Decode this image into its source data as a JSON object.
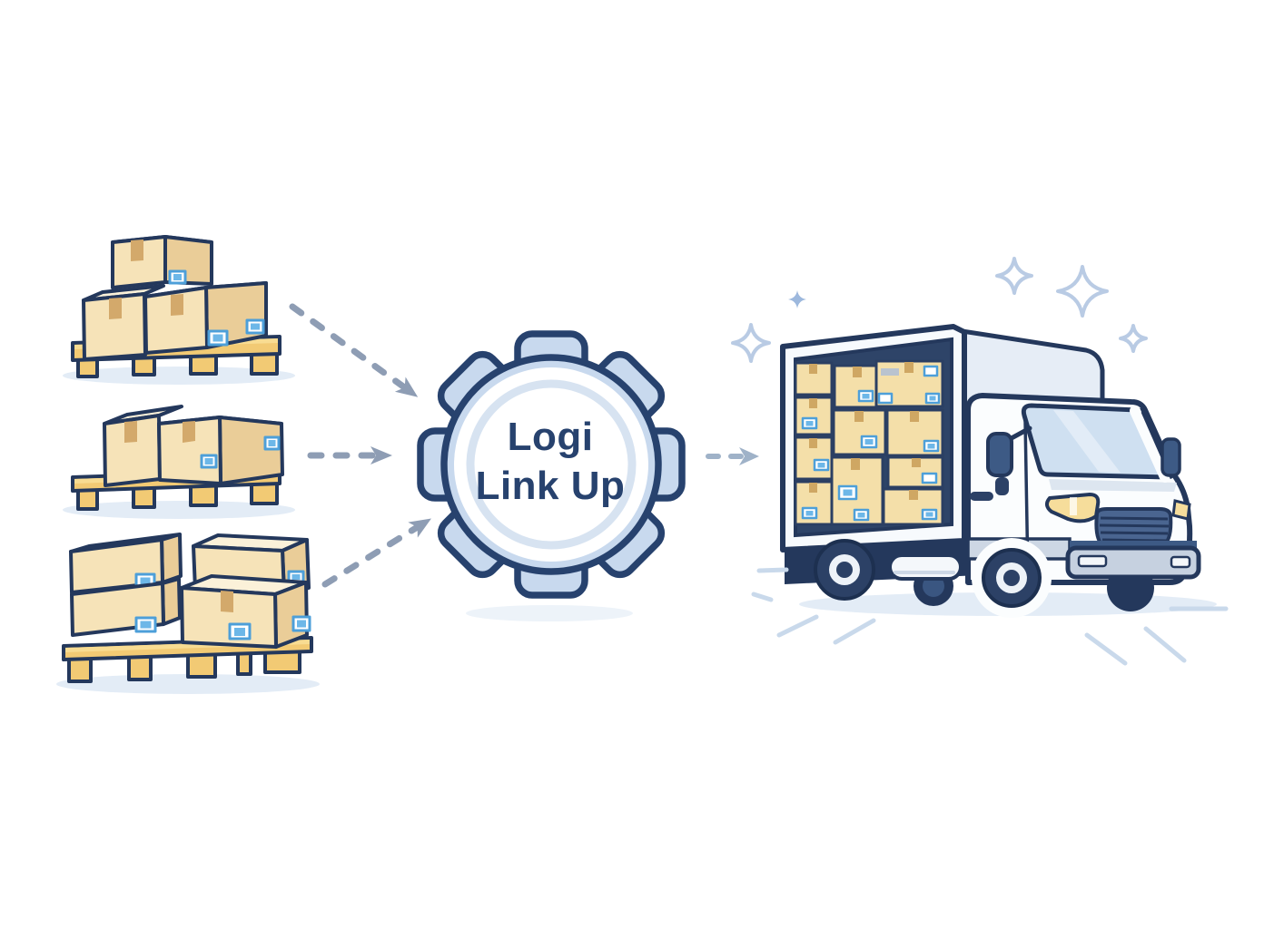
{
  "scene": {
    "type": "logistics-flow-illustration",
    "alt": "Three pallets stacked with parcel boxes flow along dashed arrows into the Logi Link Up gear hub, which dispatches a white box truck fully loaded with parcels",
    "background": "#ffffff"
  },
  "gear_hub": {
    "label_line1": "Logi",
    "label_line2": "Link Up",
    "full_label": "Logi Link Up"
  },
  "pallets": [
    {
      "id": "pallet-1",
      "box_count": 3,
      "position": "top-left"
    },
    {
      "id": "pallet-2",
      "box_count": 2,
      "position": "middle-left"
    },
    {
      "id": "pallet-3",
      "box_count": 4,
      "position": "bottom-left"
    }
  ],
  "truck": {
    "cargo_box_count": 11,
    "state": "loaded",
    "facing": "right"
  },
  "flows": [
    {
      "from": "pallet-1",
      "to": "gear-hub",
      "style": "dashed-arrow"
    },
    {
      "from": "pallet-2",
      "to": "gear-hub",
      "style": "dashed-arrow"
    },
    {
      "from": "pallet-3",
      "to": "gear-hub",
      "style": "dashed-arrow"
    },
    {
      "from": "gear-hub",
      "to": "delivery-truck",
      "style": "dashed-arrow"
    }
  ],
  "colors": {
    "background": "#ffffff",
    "outline_navy": "#24385c",
    "gear_fill": "#c8d9ee",
    "gear_ring": "#d7e3f1",
    "gear_text": "#27426e",
    "box_front": "#f6e3b8",
    "box_top": "#fbf1d9",
    "box_side": "#eacd98",
    "tape": "#d3a96b",
    "label_border": "#4d9fd9",
    "label_fill": "#6db7e8",
    "pallet_wood": "#f2ca74",
    "arrow_gray": "#8e9db4",
    "arrow_light": "#9fb2c8",
    "truck_white": "#fbfdfe",
    "truck_side_panel": "#e6edf6",
    "cargo_interior": "#2e4468",
    "cargo_box": "#f4dfa9",
    "glass": "#cfe0f1",
    "wheel_navy": "#2c4166",
    "wheel_rim": "#edf2f8",
    "bumper": "#c6d1e0",
    "grille": "#4a6590",
    "headlight": "#f6dd9b",
    "ground_shadow": "#e3ecf6",
    "sparkle": "#b9cbe4",
    "speed_line": "#c9d9eb"
  }
}
